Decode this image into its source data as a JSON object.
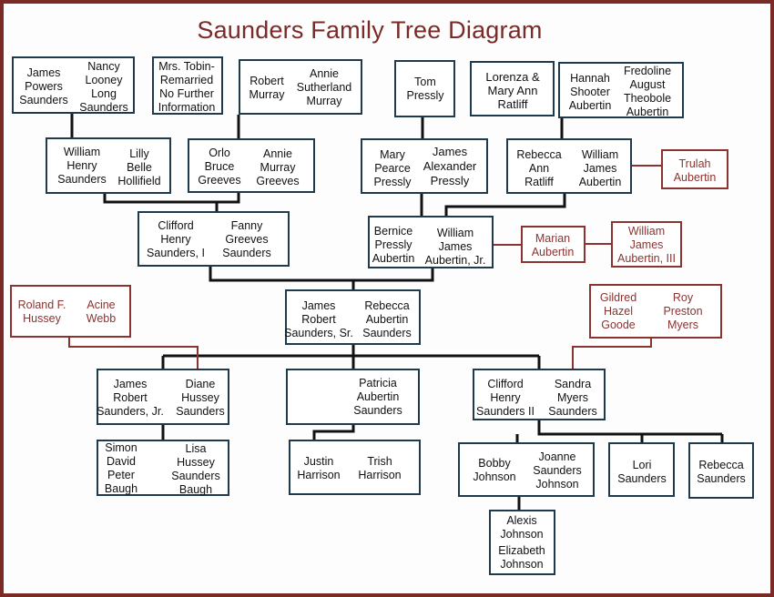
{
  "title": "Saunders Family Tree Diagram",
  "colors": {
    "border": "#7a2a27",
    "box_border": "#1e3a4c",
    "red_box": "#8a3330"
  },
  "people": {
    "james_powers_saunders": [
      "James",
      "Powers",
      "Saunders"
    ],
    "nancy_looney_long_saunders": [
      "Nancy",
      "Looney",
      "Long",
      "Saunders"
    ],
    "mrs_tobin": [
      "Mrs. Tobin-",
      "Remarried",
      "No Further",
      "Information"
    ],
    "robert_murray": [
      "Robert",
      "Murray"
    ],
    "annie_sutherland_murray": [
      "Annie",
      "Sutherland",
      "Murray"
    ],
    "tom_pressly": [
      "Tom",
      "Pressly"
    ],
    "lorenza_mary_ann_ratliff": [
      "Lorenza &",
      "Mary Ann",
      "Ratliff"
    ],
    "hannah_shooter_aubertin": [
      "Hannah",
      "Shooter",
      "Aubertin"
    ],
    "fredoline_august_theobole_aubertin": [
      "Fredoline",
      "August",
      "Theobole",
      "Aubertin"
    ],
    "william_henry_saunders": [
      "William",
      "Henry",
      "Saunders"
    ],
    "lilly_belle_hollifield": [
      "Lilly",
      "Belle",
      "Hollifield"
    ],
    "orlo_bruce_greeves": [
      "Orlo",
      "Bruce",
      "Greeves"
    ],
    "annie_murray_greeves": [
      "Annie",
      "Murray",
      "Greeves"
    ],
    "mary_pearce_pressly": [
      "Mary",
      "Pearce",
      "Pressly"
    ],
    "james_alexander_pressly": [
      "James",
      "Alexander",
      "Pressly"
    ],
    "rebecca_ann_ratliff": [
      "Rebecca",
      "Ann",
      "Ratliff"
    ],
    "william_james_aubertin": [
      "William",
      "James",
      "Aubertin"
    ],
    "trulah_aubertin": [
      "Trulah",
      "Aubertin"
    ],
    "clifford_henry_saunders_i": [
      "Clifford",
      "Henry",
      "Saunders, I"
    ],
    "fanny_greeves_saunders": [
      "Fanny",
      "Greeves",
      "Saunders"
    ],
    "bernice_pressly_aubertin": [
      "Bernice",
      "Pressly",
      "Aubertin"
    ],
    "william_james_aubertin_jr": [
      "William",
      "James",
      "Aubertin, Jr."
    ],
    "marian_aubertin": [
      "Marian",
      "Aubertin"
    ],
    "william_james_aubertin_iii": [
      "William",
      "James",
      "Aubertin, III"
    ],
    "roland_f_hussey": [
      "Roland F.",
      "Hussey"
    ],
    "acine_webb": [
      "Acine",
      "Webb"
    ],
    "james_robert_saunders_sr": [
      "James",
      "Robert",
      "Saunders, Sr."
    ],
    "rebecca_aubertin_saunders": [
      "Rebecca",
      "Aubertin",
      "Saunders"
    ],
    "gildred_hazel_goode": [
      "Gildred",
      "Hazel",
      "Goode"
    ],
    "roy_preston_myers": [
      "Roy",
      "Preston",
      "Myers"
    ],
    "james_robert_saunders_jr": [
      "James",
      "Robert",
      "Saunders, Jr."
    ],
    "diane_hussey_saunders": [
      "Diane",
      "Hussey",
      "Saunders"
    ],
    "patricia_aubertin_saunders": [
      "Patricia",
      "Aubertin",
      "Saunders"
    ],
    "clifford_henry_saunders_ii": [
      "Clifford",
      "Henry",
      "Saunders II"
    ],
    "sandra_myers_saunders": [
      "Sandra",
      "Myers",
      "Saunders"
    ],
    "simon_david_peter_baugh": [
      "Simon",
      "David",
      "Peter",
      "Baugh"
    ],
    "lisa_hussey_saunders_baugh": [
      "Lisa",
      "Hussey",
      "Saunders",
      "Baugh"
    ],
    "justin_harrison": [
      "Justin",
      "Harrison"
    ],
    "trish_harrison": [
      "Trish",
      "Harrison"
    ],
    "bobby_johnson": [
      "Bobby",
      "Johnson"
    ],
    "joanne_saunders_johnson": [
      "Joanne",
      "Saunders",
      "Johnson"
    ],
    "lori_saunders": [
      "Lori",
      "Saunders"
    ],
    "rebecca_saunders": [
      "Rebecca",
      "Saunders"
    ],
    "alexis_johnson": [
      "Alexis",
      "Johnson"
    ],
    "elizabeth_johnson": [
      "Elizabeth",
      "Johnson"
    ]
  }
}
